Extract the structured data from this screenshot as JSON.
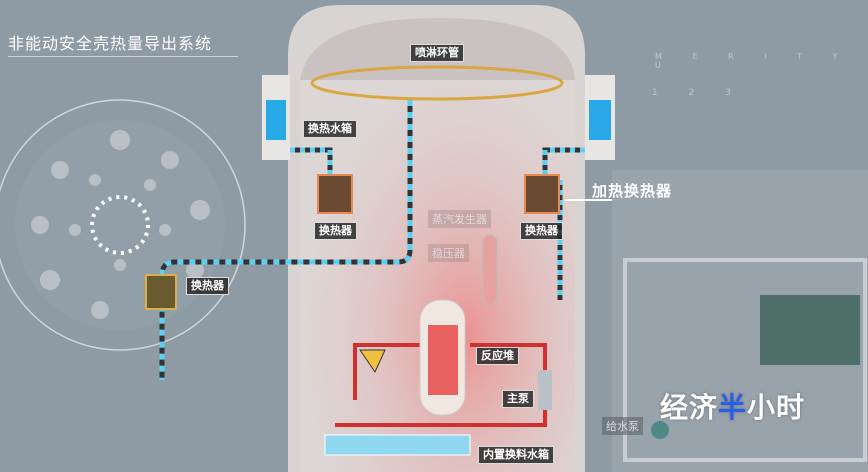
{
  "title": "非能动安全壳热量导出系统",
  "labels": {
    "spray_ring": "喷淋环管",
    "heat_exchange_tank": "换热水箱",
    "heat_exchanger_left": "换热器",
    "heat_exchanger_right": "换热器",
    "heat_exchanger_outside": "换热器",
    "heating_exchanger": "加热换热器",
    "steam_generator": "蒸汽发生器",
    "pressurizer": "稳压器",
    "reactor": "反应堆",
    "main_pump": "主泵",
    "refueling_tank": "内置换料水箱",
    "feedwater_pump": "给水泵"
  },
  "hex_panel": {
    "letters": "M E R I T Y U",
    "numbers": [
      "1",
      "2",
      "3"
    ]
  },
  "logo": {
    "part1": "经济",
    "half_a": "半",
    "part2": "小时",
    "text": "经济半小时"
  },
  "colors": {
    "pipe": "#5fd0f0",
    "water": "#29a8e8",
    "ring": "#d9a640",
    "hot": "#e04040"
  }
}
